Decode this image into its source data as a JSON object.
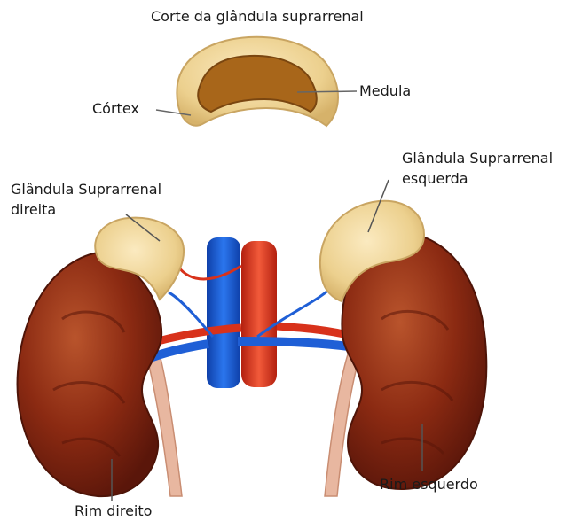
{
  "figure": {
    "title": "Corte da glândula suprarrenal",
    "labels": {
      "cortex": "Córtex",
      "medula": "Medula",
      "gland_right_line1": "Glândula Suprarrenal",
      "gland_right_line2": "direita",
      "gland_left_line1": "Glândula Suprarrenal",
      "gland_left_line2": "esquerda",
      "kidney_right": "Rim direito",
      "kidney_left": "Rim esquerdo"
    }
  },
  "colors": {
    "kidney": "#8b2a12",
    "kidney_highlight": "#b4502c",
    "gland": "#f1d9a0",
    "medulla": "#a8661a",
    "vein": "#1a5fd6",
    "artery": "#e0301e",
    "ureter": "#e8b7a0"
  }
}
